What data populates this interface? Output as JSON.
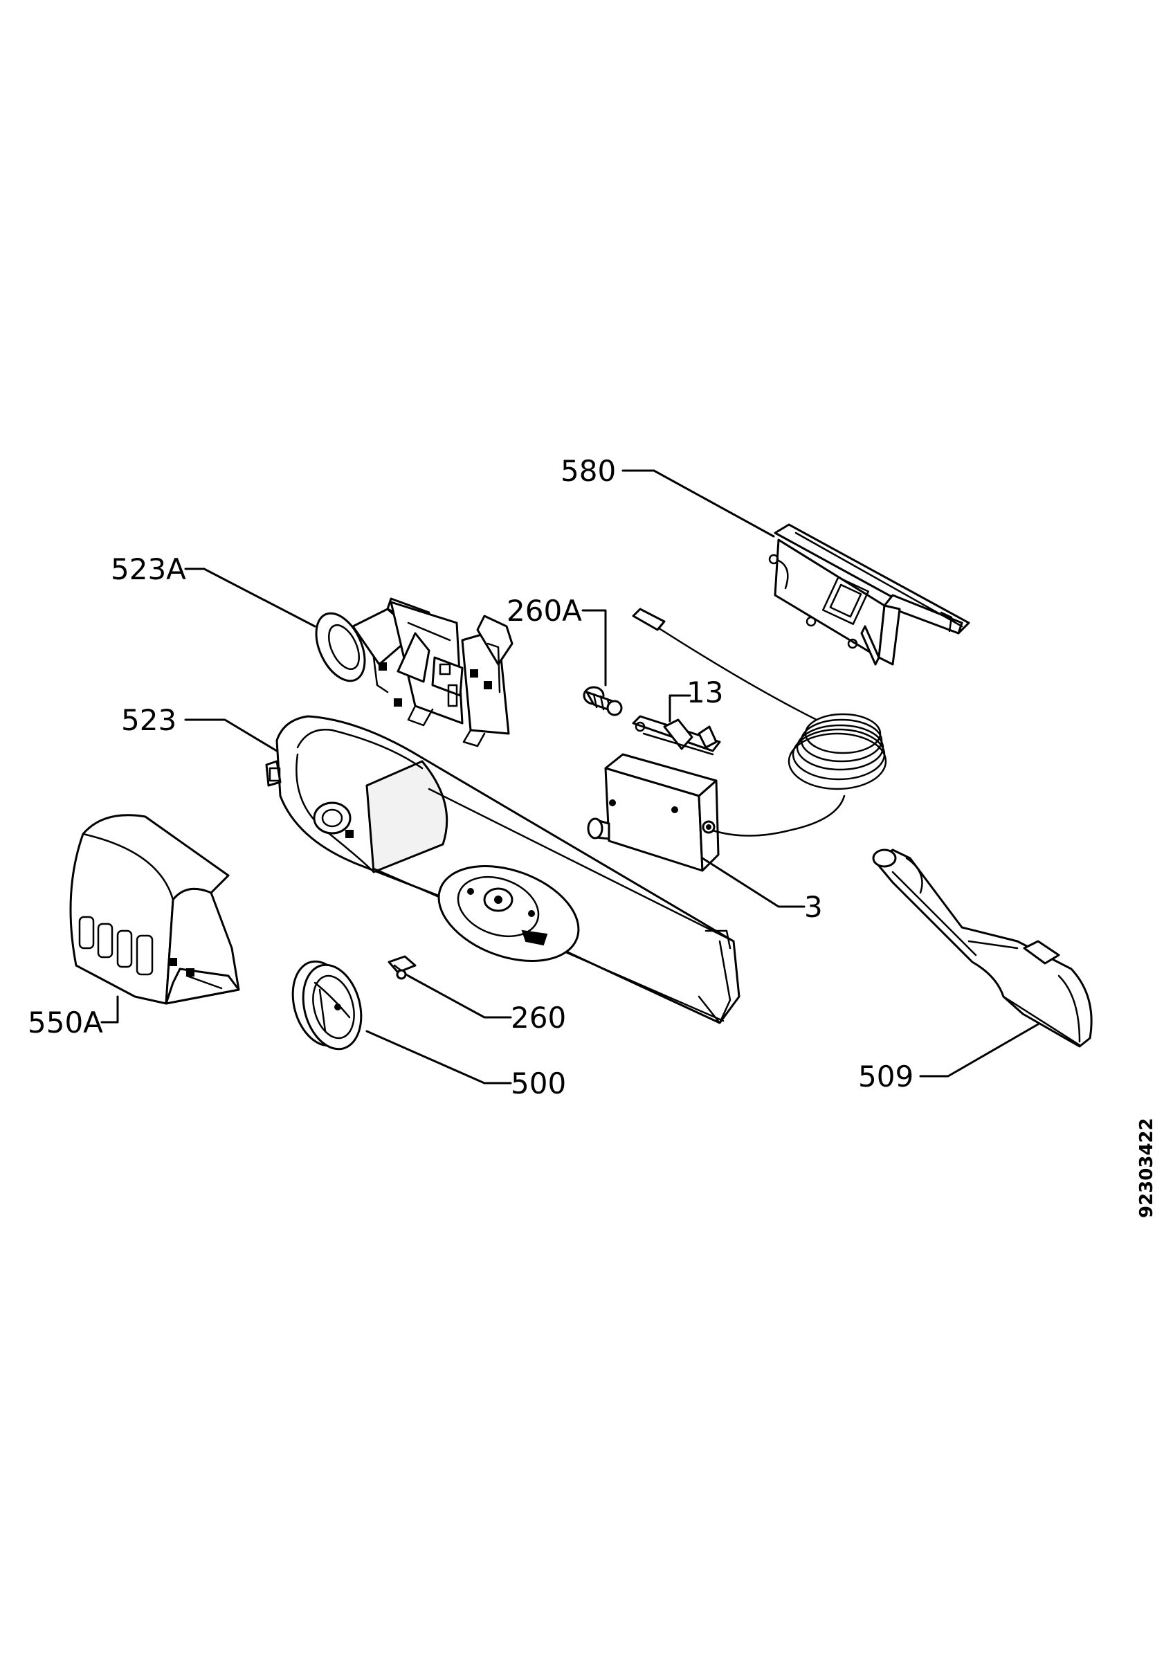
{
  "callouts": {
    "c580": "580",
    "c523A": "523A",
    "c260A": "260A",
    "c13": "13",
    "c523": "523",
    "c3": "3",
    "c550A": "550A",
    "c260": "260",
    "c500": "500",
    "c509": "509"
  },
  "document_number": "92303422"
}
